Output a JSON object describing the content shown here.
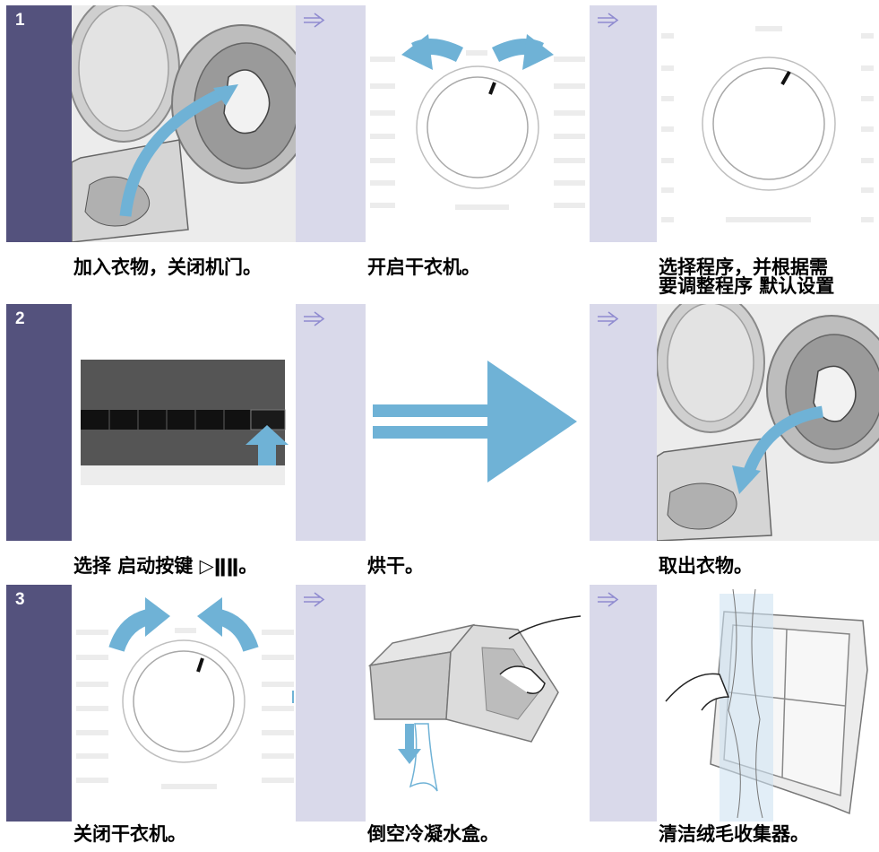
{
  "steps": [
    {
      "number": "1",
      "captions": [
        "加入衣物，关闭机门。",
        "开启干衣机。",
        "选择程序，并根据需",
        "要调整程序 默认设置"
      ]
    },
    {
      "number": "2",
      "captions": [
        "选择 启动按键 ▷ǁǁ。",
        "烘干。",
        "取出衣物。"
      ]
    },
    {
      "number": "3",
      "captions": [
        "关闭干衣机。",
        "倒空冷凝水盒。",
        "清洁绒毛收集器。"
      ]
    }
  ],
  "colors": {
    "step_block": "#54527d",
    "row_background": "#d9d9ea",
    "arrow_blue": "#6fb2d6",
    "next_arrow": "#8f8bd0"
  },
  "icons": [
    "next-arrow-icon",
    "dial-knob-icon",
    "rotate-arrows-icon",
    "right-arrow-icon"
  ]
}
